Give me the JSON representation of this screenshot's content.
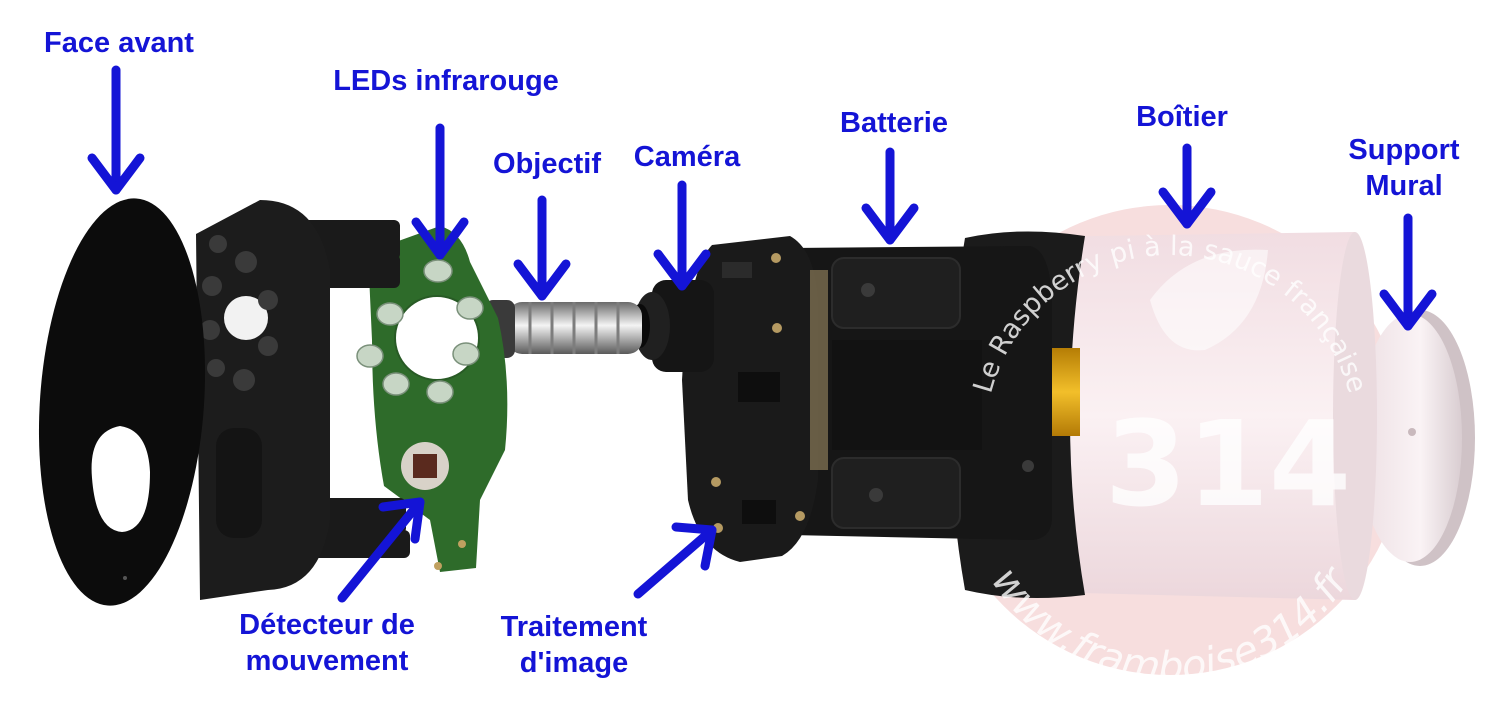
{
  "labels": {
    "face_avant": "Face avant",
    "leds_infrarouge": "LEDs infrarouge",
    "objectif": "Objectif",
    "camera": "Caméra",
    "batterie": "Batterie",
    "boitier": "Boîtier",
    "support_line1": "Support",
    "support_line2": "Mural",
    "detecteur_line1": "Détecteur de",
    "detecteur_line2": "mouvement",
    "traitement_line1": "Traitement",
    "traitement_line2": "d'image"
  },
  "watermark": {
    "number": "314",
    "arc_top": "Le Raspberry pi à la sauce française",
    "arc_bottom": "www.framboise314.fr"
  },
  "colors": {
    "label": "#1414d6",
    "arrow": "#1414d6",
    "watermark_disc": "#f7dede",
    "housing": "#f3e4e8",
    "dark_parts": "#141414",
    "pcb": "#2e6b2a",
    "battery_gold": "#e0a80e"
  },
  "icons": [
    "down-arrow-icon",
    "diagonal-arrow-icon",
    "raspberry-leaf-icon"
  ]
}
